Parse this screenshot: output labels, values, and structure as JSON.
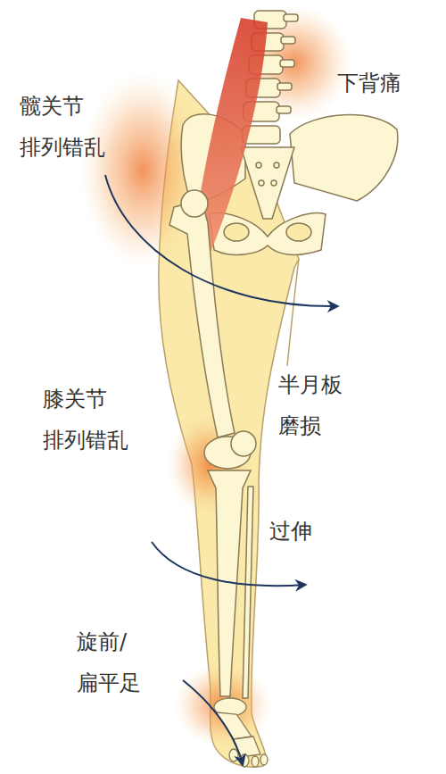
{
  "diagram": {
    "labels": [
      "髋关节 排列错乱",
      "下背痛",
      "膝关节 排列错乱",
      "半月板 磨损",
      "过伸",
      "旋前/ 扁平足"
    ]
  }
}
